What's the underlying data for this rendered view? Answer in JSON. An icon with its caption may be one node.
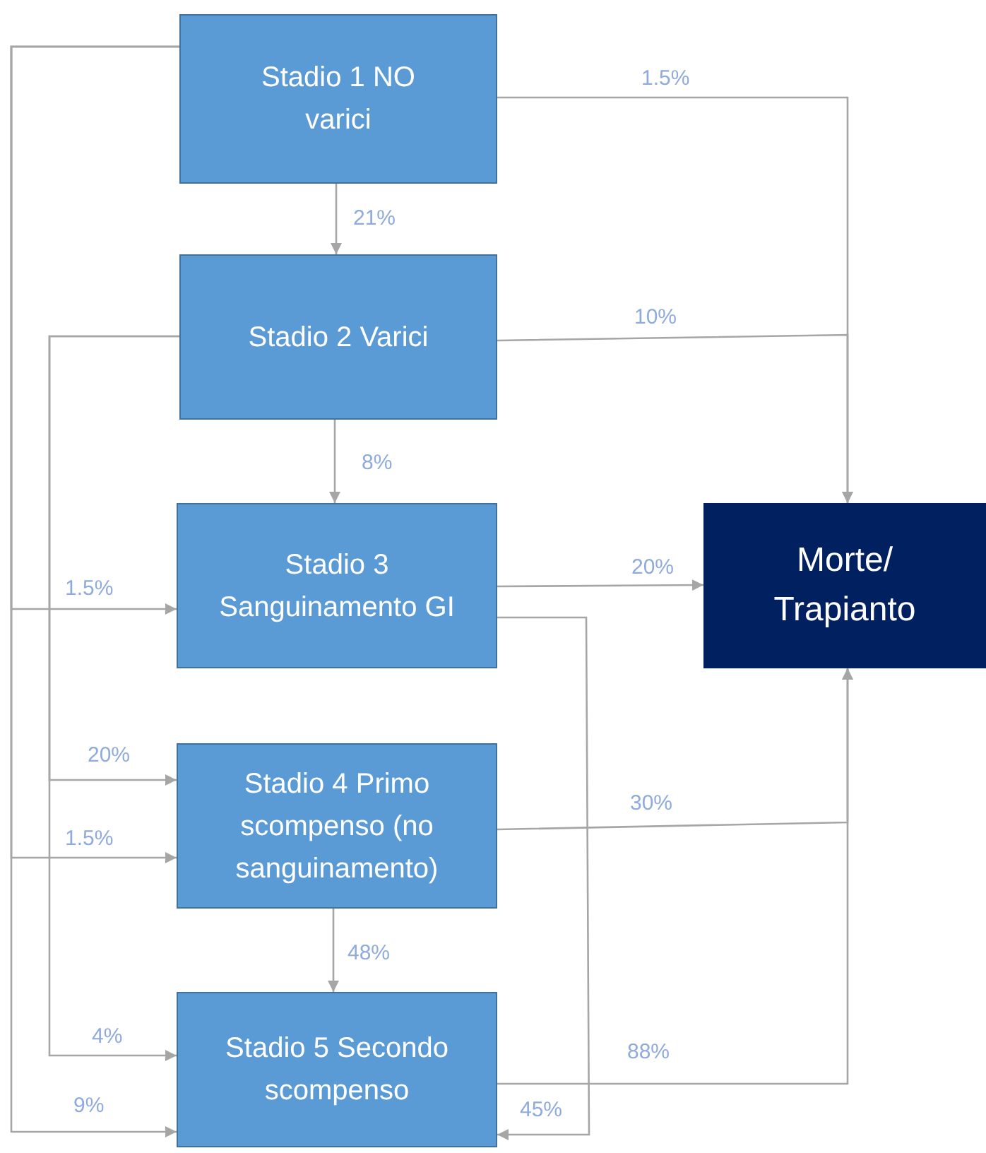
{
  "diagram": {
    "nodes": [
      {
        "text": [
          "Stadio 1 NO varici"
        ]
      },
      {
        "text": [
          "Stadio 2 Varici"
        ]
      },
      {
        "text": [
          "Stadio 3 Sanguinamento GI"
        ]
      },
      {
        "text": [
          "Stadio 4 Primo scompenso (no sanguinamento)"
        ]
      },
      {
        "text": [
          "Stadio 5 Secondo scompenso"
        ]
      },
      {
        "text": [
          "Morte/ Trapianto"
        ]
      }
    ],
    "edges": [
      {
        "from": 0,
        "to": 1,
        "arrow": "to",
        "label": "21%"
      },
      {
        "from": 0,
        "to": 5,
        "arrow": "to",
        "label": "1.5%"
      },
      {
        "from": 1,
        "to": 5,
        "arrow": "to",
        "label": "10%"
      },
      {
        "from": 1,
        "to": 2,
        "arrow": "to",
        "label": "8%"
      },
      {
        "from": 2,
        "to": 5,
        "arrow": "to",
        "label": "20%"
      },
      {
        "from": 2,
        "to": 4,
        "arrow": "to",
        "label": "45%"
      },
      {
        "from": 0,
        "to": 2,
        "arrow": "to",
        "label": "1.5%"
      },
      {
        "from": 0,
        "to": 3,
        "arrow": "to",
        "label": "1.5%"
      },
      {
        "from": 0,
        "to": 4,
        "arrow": "to",
        "label": "9%"
      },
      {
        "from": 1,
        "to": 3,
        "arrow": "to",
        "label": "20%"
      },
      {
        "from": 1,
        "to": 4,
        "arrow": "to",
        "label": "4%"
      },
      {
        "from": 3,
        "to": 5,
        "arrow": "to",
        "label": "30%"
      },
      {
        "from": 3,
        "to": 4,
        "arrow": "to",
        "label": "48%"
      },
      {
        "from": 4,
        "to": 5,
        "arrow": "to",
        "label": "88%"
      }
    ]
  }
}
